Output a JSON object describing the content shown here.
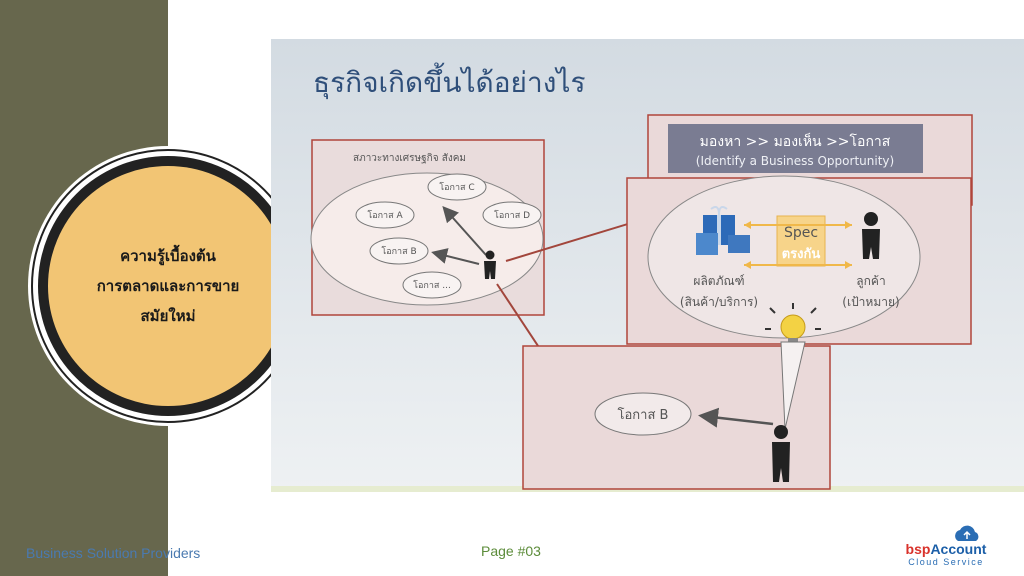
{
  "sidebar": {
    "badge_lines": [
      "ความรู้เบื้องต้น",
      "การตลาดและการขาย",
      "สมัยใหม่"
    ]
  },
  "footer": {
    "company": "Business Solution Providers",
    "page": "Page #03"
  },
  "logo": {
    "bsp": "bsp",
    "account": "Account",
    "subtitle": "Cloud Service"
  },
  "slide": {
    "title": "ธุรกิจเกิดขึ้นได้อย่างไร",
    "environment_label": "สภาวะทางเศรษฐกิจ สังคม",
    "opportunities": [
      "โอกาส A",
      "โอกาส B",
      "โอกาส C",
      "โอกาส D",
      "โอกาส ..."
    ],
    "banner_line1": "มองหา >> มองเห็น >>โอกาส",
    "banner_line2": "(Identify a Business Opportunity)",
    "spec_line1": "Spec",
    "spec_line2": "ตรงกัน",
    "product_line1": "ผลิตภัณฑ์",
    "product_line2": "(สินค้า/บริการ)",
    "customer_line1": "ลูกค้า",
    "customer_line2": "(เป้าหมาย)",
    "opportunity_b": "โอกาส B"
  },
  "colors": {
    "sidebar": "#67674d",
    "badge": "#f2c574",
    "box_border": "#b0453b",
    "title": "#2f4f7a"
  }
}
